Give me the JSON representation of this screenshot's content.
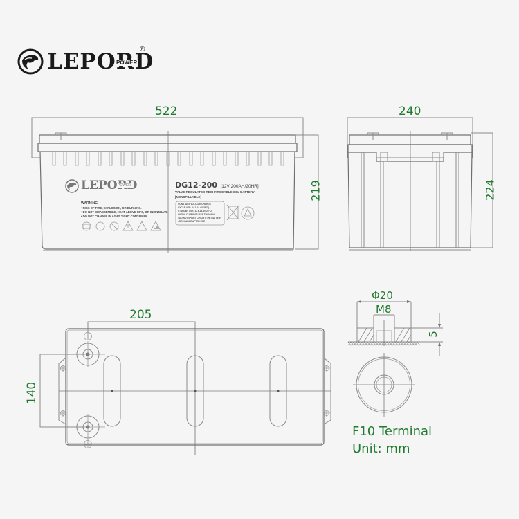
{
  "brand": {
    "name": "LEPORD",
    "sub": "POWER",
    "registered": "®"
  },
  "front_view": {
    "width_dim": "522",
    "height_dim": "219",
    "label": {
      "brand": "LEPORD",
      "brand_sub": "POWER",
      "warning_title": "WARNING",
      "warnings": [
        "• RISK OF FIRE, EXPLOSION, OR BURNING.",
        "• DO NOT DISASSEMBLE, HEAT ABOVE 60°C, OR INCINERATE.",
        "• DO NOT CHARGE IN AGAS TIGHT CONTAINER."
      ],
      "model": "DG12-200",
      "model_spec": "[12V 200AH/20HR]",
      "type_line1": "VALVE REGULATED RECHARGEABLE GEL BATTERY",
      "type_line2": "[NONSPILLABLE]",
      "charge_box": [
        "CONSTANT VOLTAGE CHARGE",
        "CYCLE USE: 14.1-14.4V(25°C)",
        "STANDBY USE: 13.6-13.8V(25°C)",
        "INITIAL CURRENT LESS THAN 60A",
        "• DO NOT SHORT CIRCUIT THE BATTERY",
        "• RECHARGE AFTER USE"
      ]
    }
  },
  "side_view": {
    "width_dim": "240",
    "height_dim": "224"
  },
  "top_view": {
    "terminal_spacing_dim": "205",
    "terminal_pitch_dim": "140"
  },
  "terminal_detail": {
    "outer_dia_dim": "Φ20",
    "thread_dim": "M8",
    "height_dim": "5",
    "terminal_type": "F10 Terminal",
    "unit": "Unit: mm"
  },
  "colors": {
    "dimension_text": "#1f7a2e",
    "line": "#8a8a8a",
    "background": "#f5f5f5"
  }
}
